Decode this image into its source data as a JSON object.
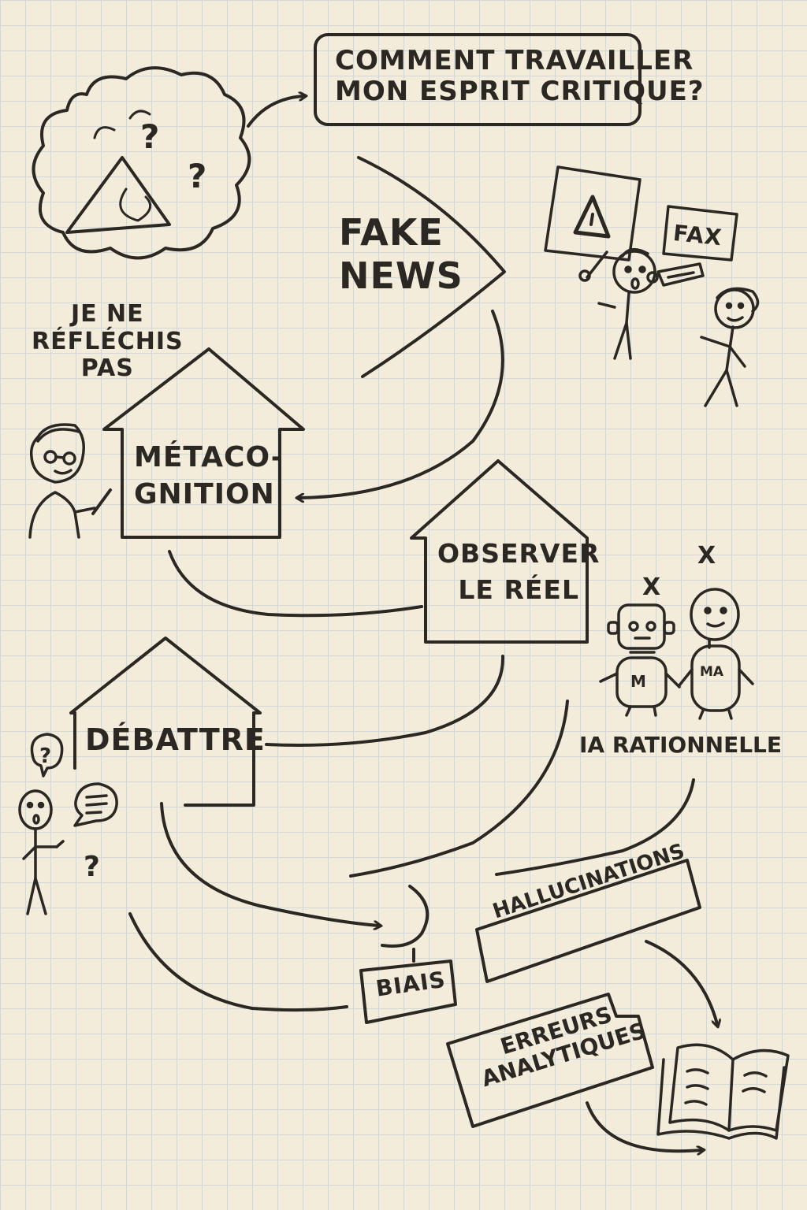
{
  "question": {
    "line1": "COMMENT TRAVAILLER",
    "line2": "MON ESPRIT CRITIQUE?"
  },
  "fake_news": {
    "line1": "FAKE",
    "line2": "NEWS"
  },
  "je_ne_reflechis": {
    "line1": "JE NE",
    "line2": "RÉFLÉCHIS",
    "line3": "PAS"
  },
  "metacognition": {
    "line1": "MÉTACO-",
    "line2": "GNITION"
  },
  "observer": {
    "line1": "OBSERVER",
    "line2": "LE RÉEL"
  },
  "debattre": {
    "label": "DÉBATTRE"
  },
  "ia_rationnelle": {
    "label": "IA RATIONNELLE"
  },
  "hallucinations": {
    "label": "HALLUCINATIONS"
  },
  "biais": {
    "label": "BIAIS"
  },
  "erreurs": {
    "line1": "ERREURS",
    "line2": "ANALYTIQUES"
  },
  "fax_sign": {
    "label": "FAX"
  },
  "robot_left_chest": {
    "label": "M"
  },
  "robot_right_chest": {
    "label": "MA"
  },
  "robot_marks": {
    "left": "X",
    "right": "X"
  },
  "question_marks": {
    "q1": "?",
    "q2": "?",
    "q3": "?",
    "q4": "?"
  }
}
